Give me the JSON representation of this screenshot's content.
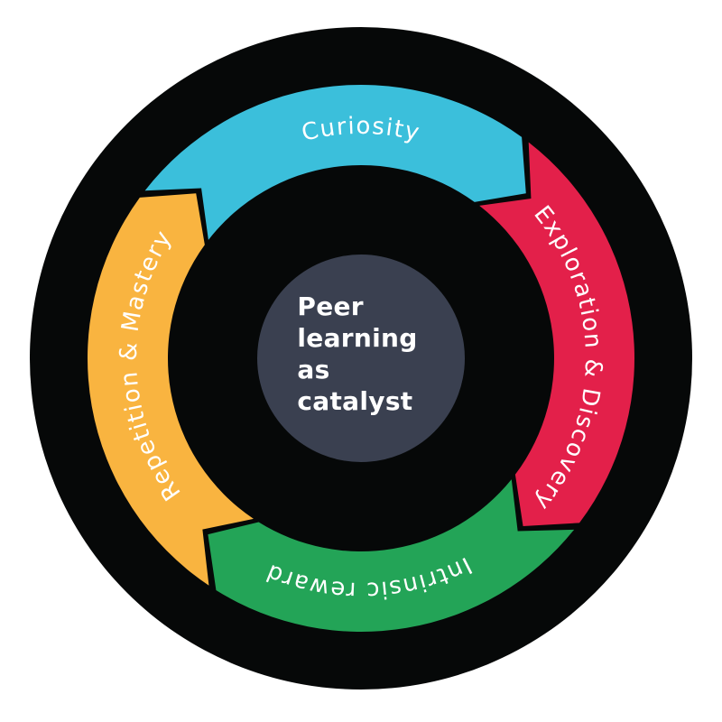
{
  "diagram": {
    "type": "cycle-diagram",
    "flow_direction": "clockwise",
    "background_color": "#FFFFFF",
    "outer_ring_color": "#060808",
    "label_text_color": "#FFFFFF",
    "center": {
      "title": "Peer learning as catalyst",
      "lines": [
        "Peer",
        "learning",
        "as",
        "catalyst"
      ],
      "circle_color": "#3A4050",
      "text_color": "#FFFFFF"
    },
    "segments": [
      {
        "id": "curiosity",
        "label": "Curiosity",
        "color": "#3BBFDB"
      },
      {
        "id": "exploration-discovery",
        "label": "Exploration & Discovery",
        "color": "#E3204A"
      },
      {
        "id": "intrinsic-reward",
        "label": "Intrinsic reward",
        "color": "#23A457"
      },
      {
        "id": "repetition-mastery",
        "label": "Repetition & Mastery",
        "color": "#F9B440"
      }
    ]
  }
}
